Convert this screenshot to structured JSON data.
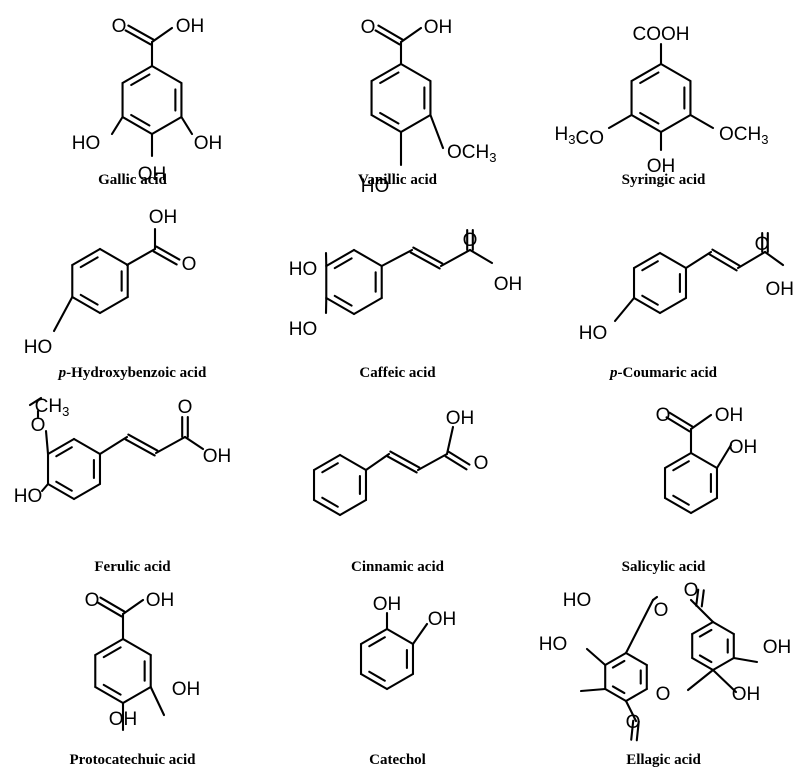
{
  "compounds": [
    {
      "name": "Gallic acid",
      "prefix": "",
      "labels": [
        "O",
        "OH",
        "HO",
        "OH",
        "OH"
      ]
    },
    {
      "name": "Vanillic acid",
      "prefix": "",
      "labels": [
        "O",
        "OH",
        "OCH",
        "3",
        "HO"
      ]
    },
    {
      "name": "Syringic acid",
      "prefix": "",
      "labels": [
        "COOH",
        "H",
        "3",
        "CO",
        "OCH",
        "3",
        "OH"
      ]
    },
    {
      "name": "-Hydroxybenzoic acid",
      "prefix": "p",
      "labels": [
        "OH",
        "O",
        "HO"
      ]
    },
    {
      "name": "Caffeic acid",
      "prefix": "",
      "labels": [
        "HO",
        "HO",
        "O",
        "OH"
      ]
    },
    {
      "name": "-Coumaric acid",
      "prefix": "p",
      "labels": [
        "O",
        "OH",
        "HO"
      ]
    },
    {
      "name": "Ferulic acid",
      "prefix": "",
      "labels": [
        "CH",
        "3",
        "O",
        "HO",
        "O",
        "OH"
      ]
    },
    {
      "name": "Cinnamic acid",
      "prefix": "",
      "labels": [
        "OH",
        "O"
      ]
    },
    {
      "name": "Salicylic acid",
      "prefix": "",
      "labels": [
        "O",
        "OH",
        "OH"
      ]
    },
    {
      "name": "Protocatechuic acid",
      "prefix": "",
      "labels": [
        "O",
        "OH",
        "OH",
        "OH"
      ]
    },
    {
      "name": "Catechol",
      "prefix": "",
      "labels": [
        "OH",
        "OH"
      ]
    },
    {
      "name": "Ellagic acid",
      "prefix": "",
      "labels": [
        "HO",
        "HO",
        "O",
        "O",
        "O",
        "O",
        "OH",
        "OH"
      ]
    }
  ]
}
